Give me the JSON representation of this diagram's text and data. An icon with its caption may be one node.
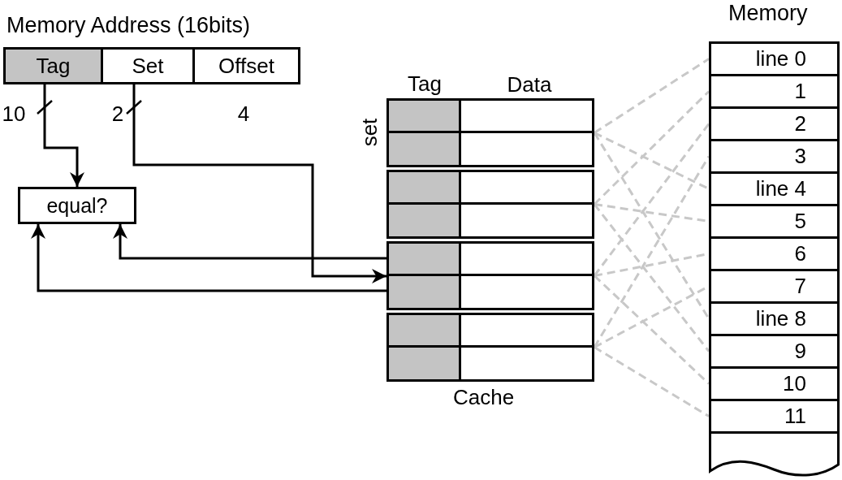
{
  "diagram": {
    "nodes": [
      {
        "text": [
          "Memory Address (16bits)"
        ]
      },
      {
        "text": [
          "Tag"
        ],
        "in": 0
      },
      {
        "text": [
          "Set"
        ],
        "in": 0
      },
      {
        "text": [
          "Offset"
        ],
        "in": 0
      },
      {
        "text": [
          "equal?"
        ]
      },
      {
        "text": [
          "Cache"
        ]
      },
      {
        "text": [],
        "shape": "box",
        "in": 5
      },
      {
        "text": [],
        "shape": "box",
        "in": 5
      },
      {
        "text": [],
        "shape": "box",
        "in": 5
      },
      {
        "text": [],
        "shape": "box",
        "in": 5
      },
      {
        "text": [],
        "shape": "box",
        "in": 6
      },
      {
        "text": [],
        "shape": "box",
        "in": 6
      },
      {
        "text": [],
        "shape": "box",
        "in": 7
      },
      {
        "text": [],
        "shape": "box",
        "in": 7
      },
      {
        "text": [],
        "shape": "box",
        "in": 8
      },
      {
        "text": [],
        "shape": "box",
        "in": 8
      },
      {
        "text": [],
        "shape": "box",
        "in": 9
      },
      {
        "text": [],
        "shape": "box",
        "in": 9
      },
      {
        "text": [
          "Memory"
        ]
      },
      {
        "text": [
          "line 0"
        ],
        "in": 18
      },
      {
        "text": [
          "1"
        ],
        "in": 18
      },
      {
        "text": [
          "2"
        ],
        "in": 18
      },
      {
        "text": [
          "3"
        ],
        "in": 18
      },
      {
        "text": [
          "line 4"
        ],
        "in": 18
      },
      {
        "text": [
          "5"
        ],
        "in": 18
      },
      {
        "text": [
          "6"
        ],
        "in": 18
      },
      {
        "text": [
          "7"
        ],
        "in": 18
      },
      {
        "text": [
          "line 8"
        ],
        "in": 18
      },
      {
        "text": [
          "9"
        ],
        "in": 18
      },
      {
        "text": [
          "10"
        ],
        "in": 18
      },
      {
        "text": [
          "11"
        ],
        "in": 18
      }
    ],
    "edges": [
      {
        "from": 1,
        "to": 4,
        "arrow": "to",
        "label": "10",
        "color": "#000000"
      },
      {
        "from": 2,
        "to": 8,
        "arrow": "to",
        "label": "2",
        "color": "#000000"
      },
      {
        "from": 14,
        "to": 4,
        "arrow": "to",
        "color": "#000000"
      },
      {
        "from": 15,
        "to": 4,
        "arrow": "to",
        "color": "#000000"
      },
      {
        "from": 6,
        "to": 19,
        "arrow": "none",
        "style": "dashed"
      },
      {
        "from": 6,
        "to": 23,
        "arrow": "none",
        "style": "dashed"
      },
      {
        "from": 6,
        "to": 27,
        "arrow": "none",
        "style": "dashed"
      },
      {
        "from": 7,
        "to": 20,
        "arrow": "none",
        "style": "dashed"
      },
      {
        "from": 7,
        "to": 24,
        "arrow": "none",
        "style": "dashed"
      },
      {
        "from": 7,
        "to": 28,
        "arrow": "none",
        "style": "dashed"
      },
      {
        "from": 8,
        "to": 21,
        "arrow": "none",
        "style": "dashed"
      },
      {
        "from": 8,
        "to": 25,
        "arrow": "none",
        "style": "dashed"
      },
      {
        "from": 8,
        "to": 29,
        "arrow": "none",
        "style": "dashed"
      },
      {
        "from": 9,
        "to": 22,
        "arrow": "none",
        "style": "dashed"
      },
      {
        "from": 9,
        "to": 26,
        "arrow": "none",
        "style": "dashed"
      },
      {
        "from": 9,
        "to": 30,
        "arrow": "none",
        "style": "dashed"
      }
    ],
    "labels": [
      "Tag",
      "Data",
      "4",
      "set"
    ]
  }
}
